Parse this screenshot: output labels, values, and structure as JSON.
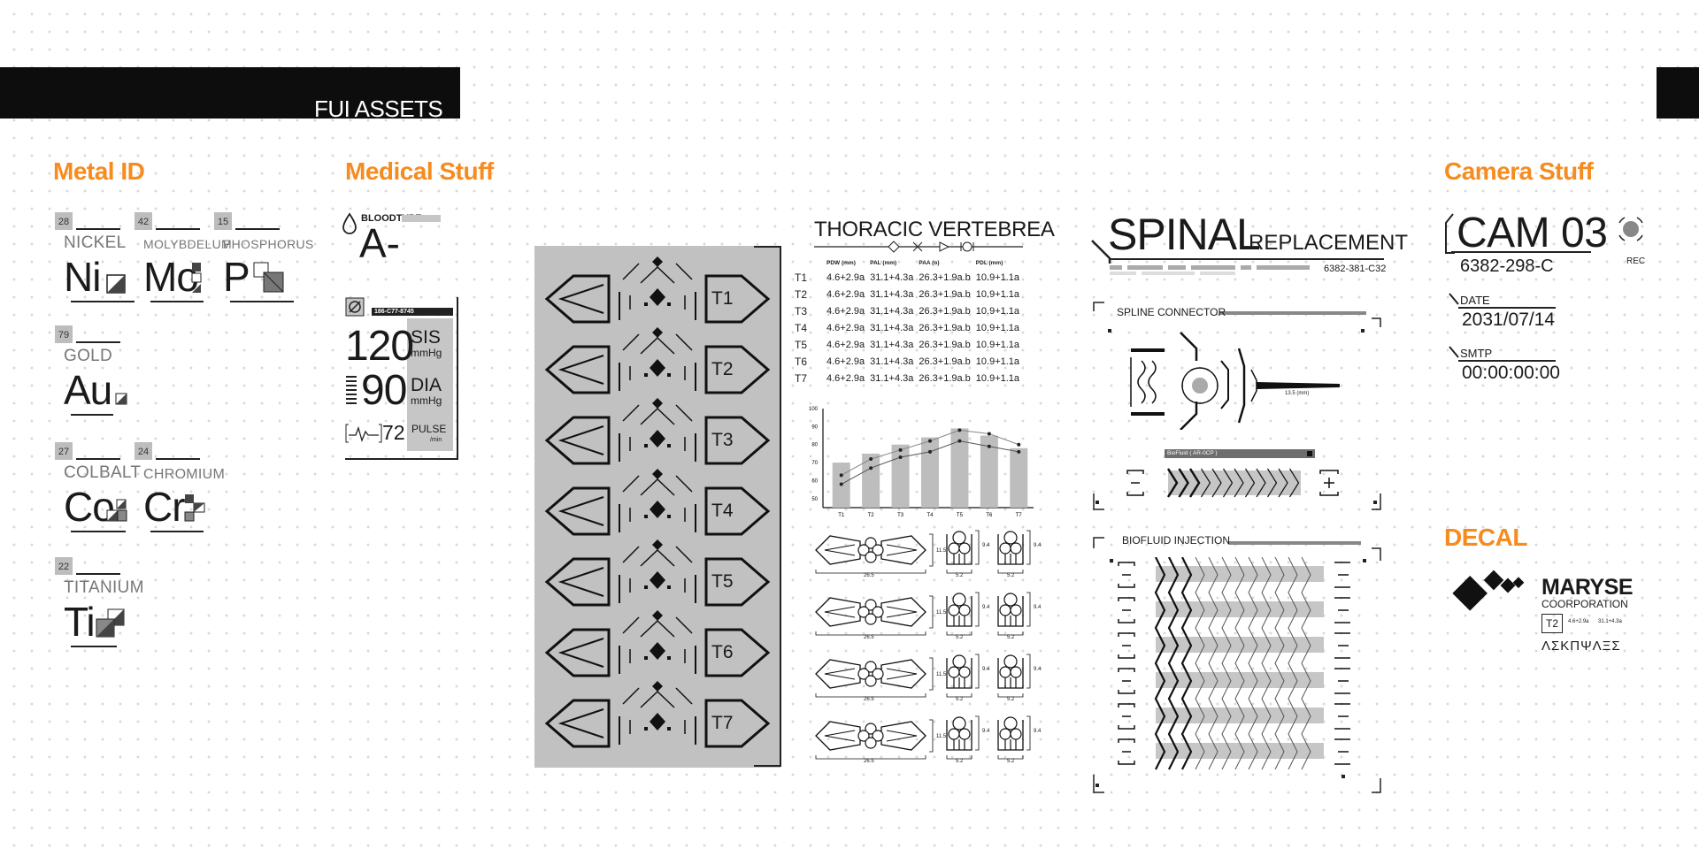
{
  "banner": {
    "title": "FUI ASSETS"
  },
  "sections": {
    "metal": "Metal ID",
    "medical": "Medical Stuff",
    "camera": "Camera Stuff",
    "decal": "DECAL"
  },
  "metals": [
    {
      "number": "28",
      "name": "NICKEL",
      "symbol": "Ni"
    },
    {
      "number": "42",
      "name": "MOLYBDELUM",
      "symbol": "Mo"
    },
    {
      "number": "15",
      "name": "PHOSPHORUS",
      "symbol": "P"
    },
    {
      "number": "79",
      "name": "GOLD",
      "symbol": "Au"
    },
    {
      "number": "27",
      "name": "COLBALT",
      "symbol": "Co"
    },
    {
      "number": "24",
      "name": "CHROMIUM",
      "symbol": "Cr"
    },
    {
      "number": "22",
      "name": "TITANIUM",
      "symbol": "Ti"
    }
  ],
  "bloodtype": {
    "label": "BLOODTYPE",
    "value": "A-"
  },
  "vitals": {
    "code": "186-C77-8745",
    "sis_value": "120",
    "sis_label": "SIS",
    "sis_unit": "mmHg",
    "dia_value": "90",
    "dia_label": "DIA",
    "dia_unit": "mmHg",
    "pulse_value": "72",
    "pulse_label": "PULSE",
    "pulse_unit": "/min"
  },
  "vertebra_labels": [
    "T1",
    "T2",
    "T3",
    "T4",
    "T5",
    "T6",
    "T7"
  ],
  "thoracic": {
    "title": "THORACIC VERTEBREA",
    "columns": [
      "",
      "PDW (mm)",
      "PAL (mm)",
      "PAA (o)",
      "PDL (mm)"
    ],
    "rows": [
      [
        "T1",
        "4.6+2.9a",
        "31.1+4.3a",
        "26.3+1.9a.b",
        "10.9+1.1a"
      ],
      [
        "T2",
        "4.6+2.9a",
        "31.1+4.3a",
        "26.3+1.9a.b",
        "10.9+1.1a"
      ],
      [
        "T3",
        "4.6+2.9a",
        "31.1+4.3a",
        "26.3+1.9a.b",
        "10.9+1.1a"
      ],
      [
        "T4",
        "4.6+2.9a",
        "31.1+4.3a",
        "26.3+1.9a.b",
        "10.9+1.1a"
      ],
      [
        "T5",
        "4.6+2.9a",
        "31.1+4.3a",
        "26.3+1.9a.b",
        "10.9+1.1a"
      ],
      [
        "T6",
        "4.6+2.9a",
        "31.1+4.3a",
        "26.3+1.9a.b",
        "10.9+1.1a"
      ],
      [
        "T7",
        "4.6+2.9a",
        "31.1+4.3a",
        "26.3+1.9a.b",
        "10.9+1.1a"
      ]
    ]
  },
  "chart_data": {
    "type": "bar",
    "categories": [
      "T1",
      "T2",
      "T3",
      "T4",
      "T5",
      "T6",
      "T7"
    ],
    "values": [
      70,
      75,
      80,
      84,
      89,
      85,
      78
    ],
    "series": [
      {
        "values": [
          63,
          72,
          77,
          82,
          88,
          86,
          80
        ]
      },
      {
        "values": [
          58,
          67,
          73,
          76,
          82,
          79,
          76
        ]
      }
    ],
    "yticks": [
      50,
      60,
      70,
      80,
      90,
      100
    ],
    "ylim": [
      45,
      100
    ]
  },
  "diagrams": {
    "width": "26.5",
    "height": "11.5",
    "side": "9.4",
    "base": "5.2"
  },
  "spinal": {
    "title_big": "SPINAL",
    "title_small": "REPLACEMENT",
    "code": "6382-381-C32",
    "connector_label": "SPLINE CONNECTOR",
    "measure": "13.5 (mm)",
    "biofluid_bar": "BioFluid ( AR-0CP )",
    "injection_label": "BIOFLUID INJECTION"
  },
  "camera": {
    "name": "CAM 03",
    "code": "6382-298-C",
    "rec": "REC",
    "date_label": "DATE",
    "date": "2031/07/14",
    "smtp_label": "SMTP",
    "time": "00:00:00:00"
  },
  "decal": {
    "company": "MARYSE",
    "company_sub": "COORPORATION",
    "tag": "T2",
    "spec1": "4.6+2.9a",
    "spec2": "31.1+4.3a",
    "glyphs": "ΛΣΚΠΨΛΞΣ"
  },
  "colors": {
    "accent": "#f68b1f",
    "panel_grey": "#c1c1c1",
    "ink": "#1a1a1a"
  }
}
